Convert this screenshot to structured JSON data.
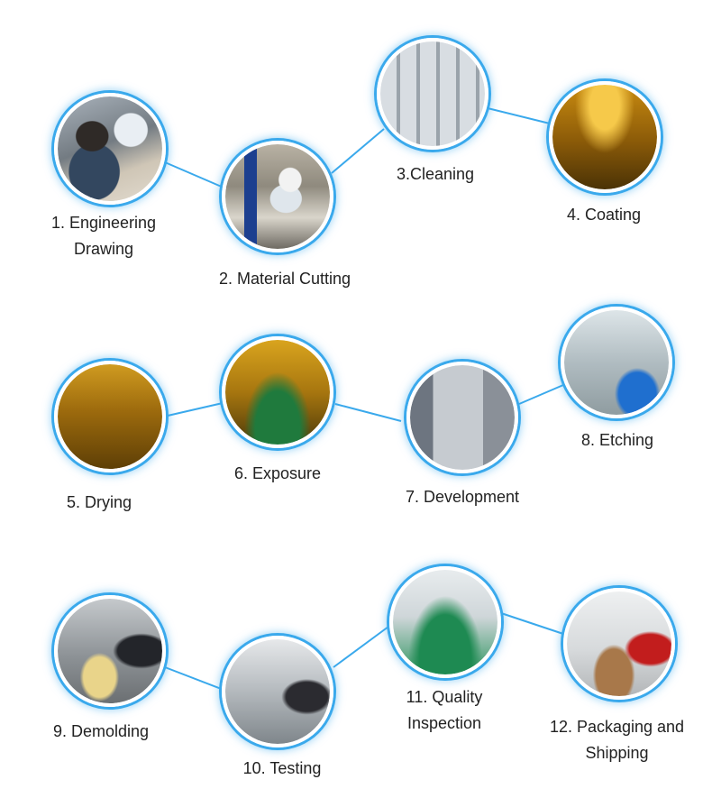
{
  "steps": [
    {
      "l1": "1. Engineering",
      "l2": "Drawing"
    },
    {
      "l1": "2. Material Cutting",
      "l2": ""
    },
    {
      "l1": "3.Cleaning",
      "l2": ""
    },
    {
      "l1": "4. Coating",
      "l2": ""
    },
    {
      "l1": "5. Drying",
      "l2": ""
    },
    {
      "l1": "6. Exposure",
      "l2": ""
    },
    {
      "l1": "7. Development",
      "l2": ""
    },
    {
      "l1": "8. Etching",
      "l2": ""
    },
    {
      "l1": "9. Demolding",
      "l2": ""
    },
    {
      "l1": "10. Testing",
      "l2": ""
    },
    {
      "l1": "11. Quality",
      "l2": "Inspection"
    },
    {
      "l1": "12. Packaging and",
      "l2": "Shipping"
    }
  ],
  "colors": {
    "ring": "#3aa9ec",
    "connector": "#3aa9ec"
  },
  "photos": [
    "office-desk-computer-photo",
    "cutting-machine-photo",
    "cleaning-line-photo",
    "yellow-room-coating-photo",
    "yellow-room-drying-photo",
    "exposure-room-photo",
    "development-machine-photo",
    "etching-line-photo",
    "demolding-station-photo",
    "testing-station-photo",
    "inspection-floor-photo",
    "packaging-table-photo"
  ]
}
